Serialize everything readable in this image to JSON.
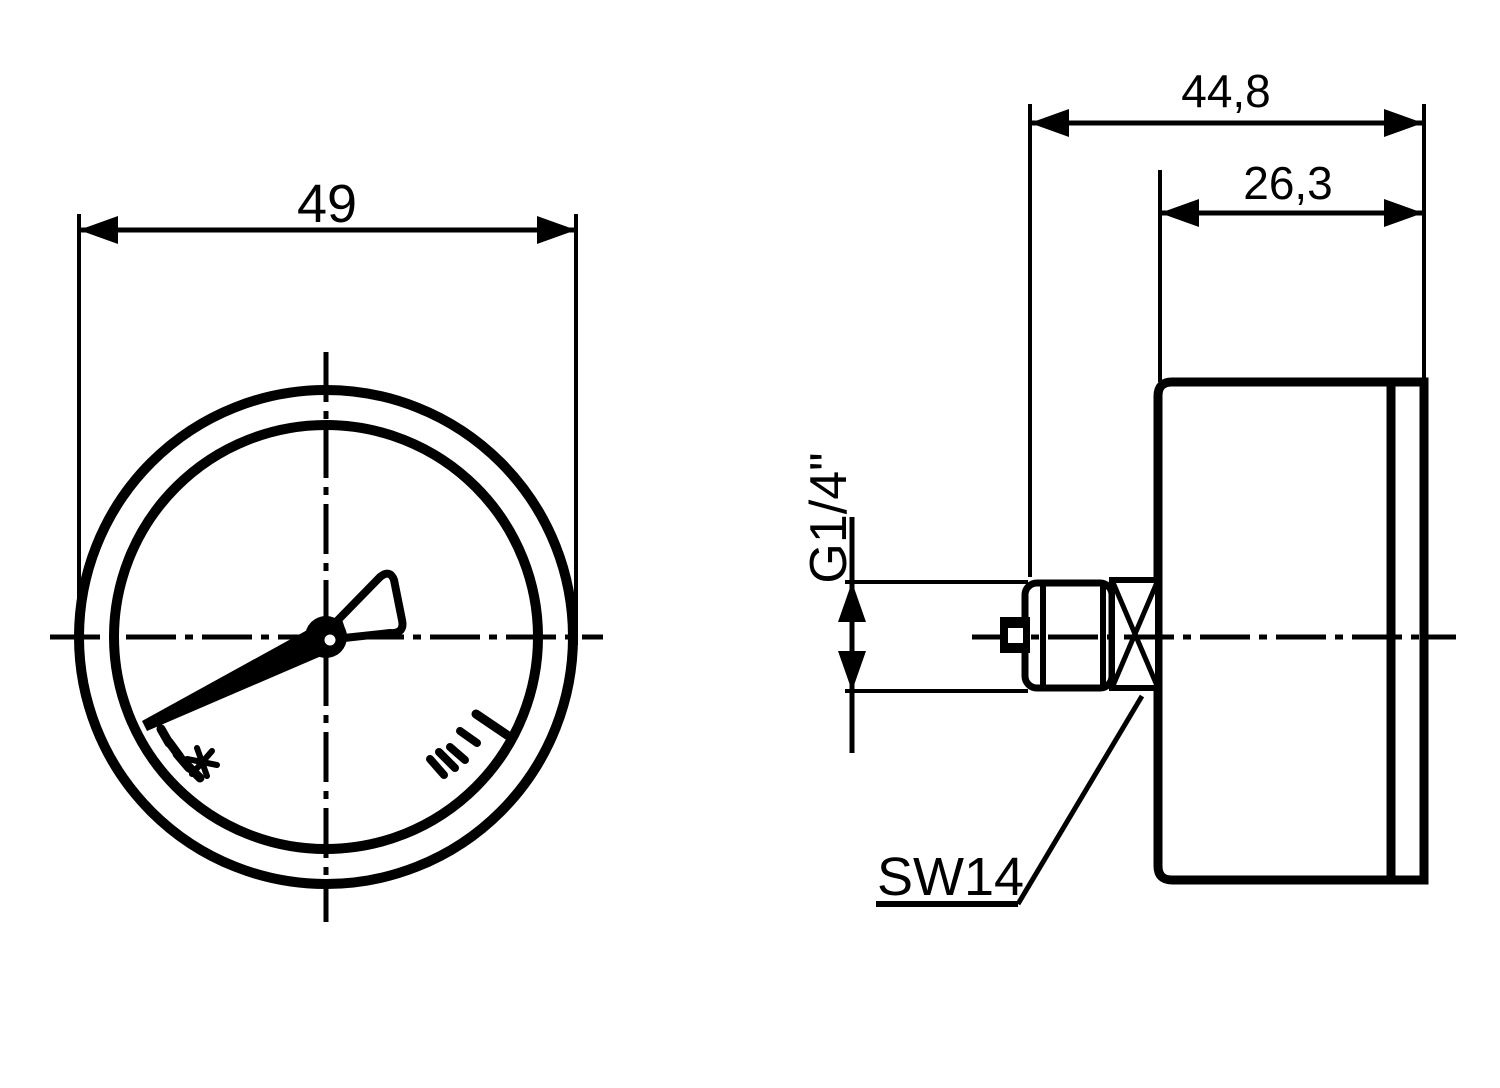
{
  "drawing": {
    "type": "technical-drawing",
    "subject": "pressure gauge, front view and side view with dimensions",
    "colors": {
      "background": "#ffffff",
      "line": "#000000"
    }
  },
  "labels": {
    "front_diameter": "49",
    "side_total_depth": "44,8",
    "side_case_depth": "26,3",
    "thread_size": "G1/4\"",
    "wrench_size": "SW14"
  }
}
